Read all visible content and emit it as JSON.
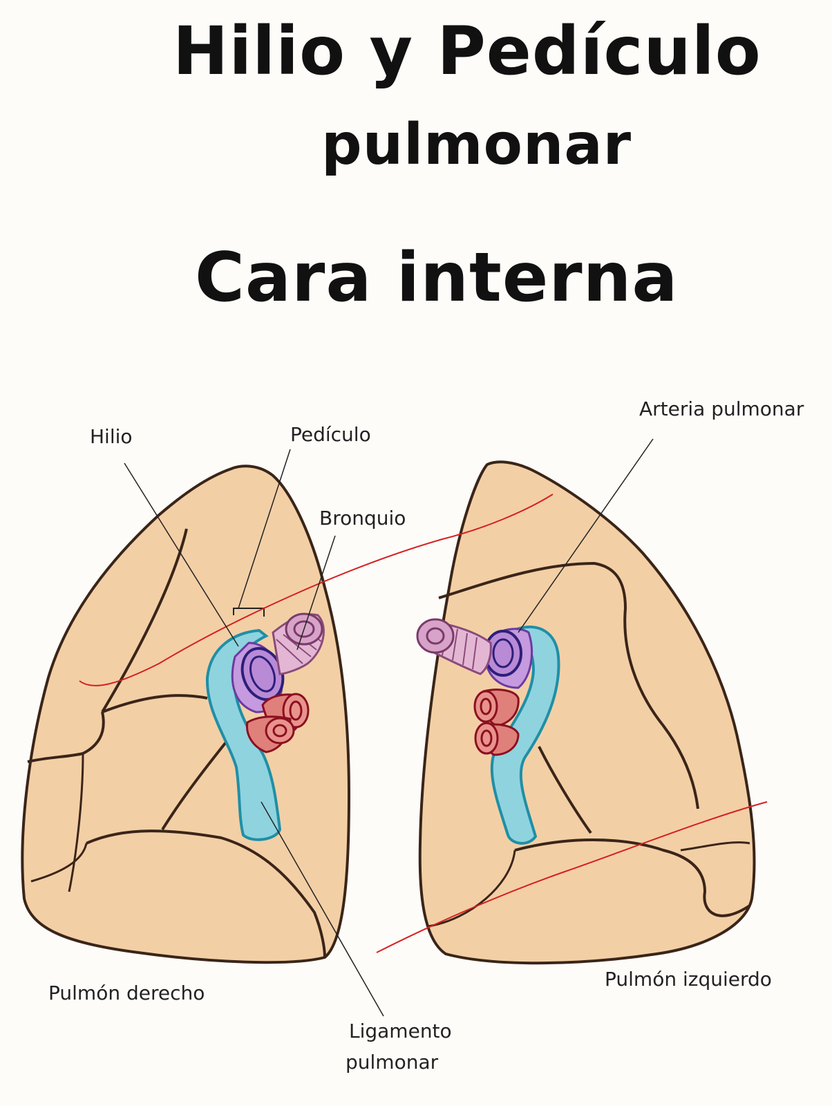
{
  "title": {
    "line1": "Hilio y Pedículo",
    "line2": "pulmonar",
    "line3": "Cara interna"
  },
  "labels": {
    "hilio": "Hilio",
    "pediculo": "Pedículo",
    "bronquio": "Bronquio",
    "arteria_pulmonar": "Arteria pulmonar",
    "pulmon_derecho": "Pulmón derecho",
    "pulmon_izquierdo": "Pulmón izquierdo",
    "ligamento_line1": "Ligamento",
    "ligamento_line2": "pulmonar"
  },
  "colors": {
    "lung_fill": "#f3cfa6",
    "lung_outline": "#3a2518",
    "ligament": "#8fd3df",
    "ligament_outline": "#1f8fa6",
    "bronchus": "#d7a3c8",
    "artery": "#b98ad6",
    "artery_outline": "#2d1f7a",
    "vein": "#e0807a",
    "vein_outline": "#8a1020",
    "red_line": "#d42020"
  }
}
